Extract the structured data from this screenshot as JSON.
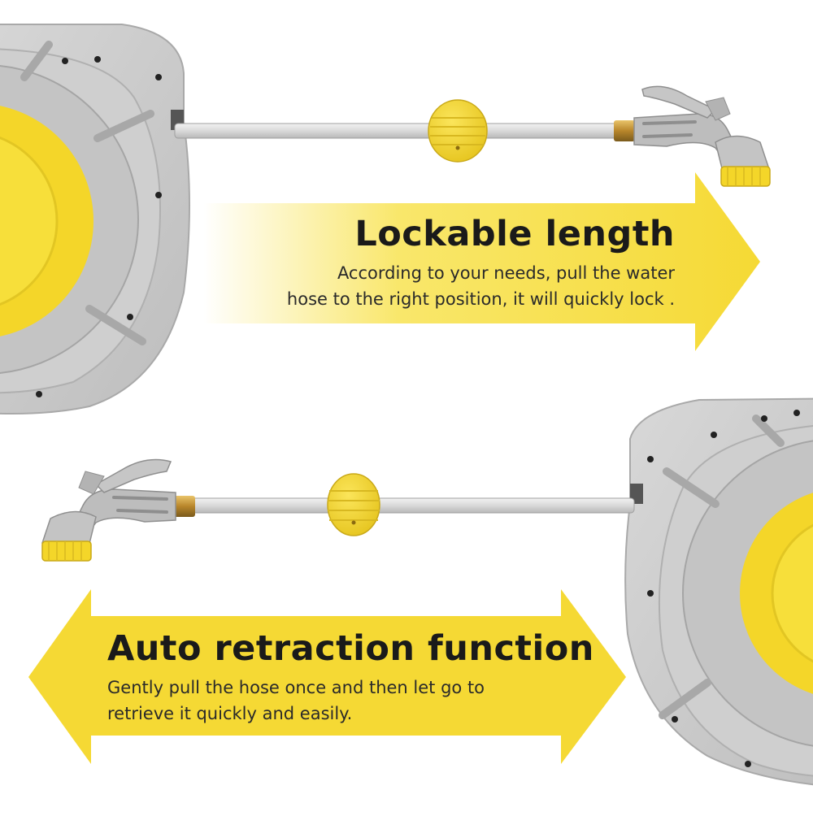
{
  "colors": {
    "accent_yellow": "#f7df3a",
    "reel_gray": "#c9c9c9",
    "text_dark": "#1a1a1a"
  },
  "panels": [
    {
      "title": "Lockable length",
      "description_line1": "According to your needs, pull the  water",
      "description_line2": "hose to the right position, it will quickly lock ."
    },
    {
      "title": "Auto retraction function",
      "description_line1": "Gently pull the hose once and then let go to",
      "description_line2": "retrieve it quickly and easily."
    }
  ],
  "icons": [
    "hose-reel-icon",
    "spray-nozzle-icon",
    "hose-stopper-ball-icon",
    "right-arrow-icon",
    "double-arrow-icon"
  ]
}
